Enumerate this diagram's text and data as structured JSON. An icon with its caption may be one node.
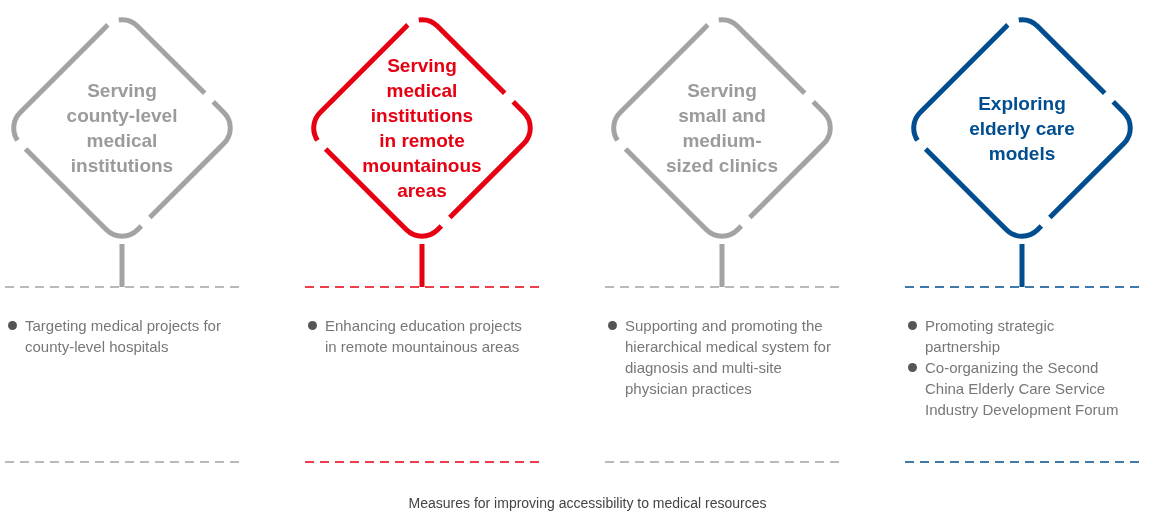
{
  "diagram": {
    "caption": "Measures for improving accessibility to medical resources",
    "nodes": [
      {
        "text": [
          "Serving county-level medical institutions"
        ]
      },
      {
        "text": [
          "Serving medical institutions in remote mountainous areas"
        ]
      },
      {
        "text": [
          "Serving small and medium-sized clinics"
        ]
      },
      {
        "text": [
          "Exploring elderly care models"
        ]
      }
    ],
    "labels": [
      "Targeting medical projects for county-level hospitals",
      "Enhancing education projects in remote mountainous areas",
      "Supporting and promoting the hierarchical medical system for diagnosis and multi-site physician practices",
      "Promoting strategic partnership",
      "Co-organizing the Second China Elderly Care Service Industry Development Forum"
    ]
  }
}
